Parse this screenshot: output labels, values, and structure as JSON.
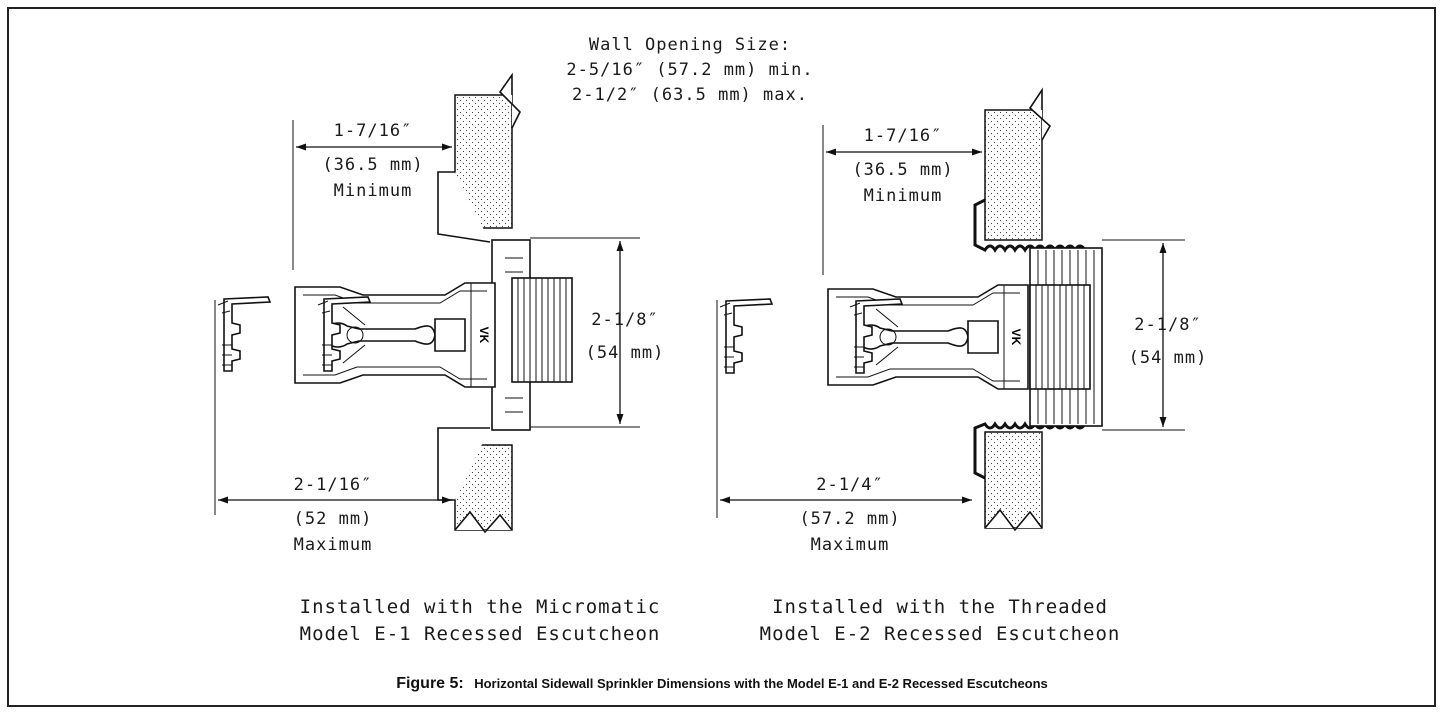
{
  "wall_opening": {
    "line1": "Wall Opening Size:",
    "line2": "2-5/16″ (57.2 mm) min.",
    "line3": "2-1/2″ (63.5 mm) max."
  },
  "left_view": {
    "min_dim": {
      "value": "1-7/16″",
      "metric": "(36.5 mm)",
      "note": "Minimum"
    },
    "height_dim": {
      "value": "2-1/8″",
      "metric": "(54 mm)"
    },
    "max_dim": {
      "value": "2-1/16″",
      "metric": "(52 mm)",
      "note": "Maximum"
    },
    "caption_line1": "Installed with the Micromatic",
    "caption_line2": "Model E-1 Recessed Escutcheon",
    "deflector_mark": "VK"
  },
  "right_view": {
    "min_dim": {
      "value": "1-7/16″",
      "metric": "(36.5 mm)",
      "note": "Minimum"
    },
    "height_dim": {
      "value": "2-1/8″",
      "metric": "(54 mm)"
    },
    "max_dim": {
      "value": "2-1/4″",
      "metric": "(57.2 mm)",
      "note": "Maximum"
    },
    "caption_line1": "Installed with the Threaded",
    "caption_line2": "Model E-2 Recessed Escutcheon",
    "deflector_mark": "VK"
  },
  "figure": {
    "number": "Figure 5:",
    "title": "Horizontal Sidewall Sprinkler Dimensions with the Model E-1 and E-2 Recessed Escutcheons"
  }
}
